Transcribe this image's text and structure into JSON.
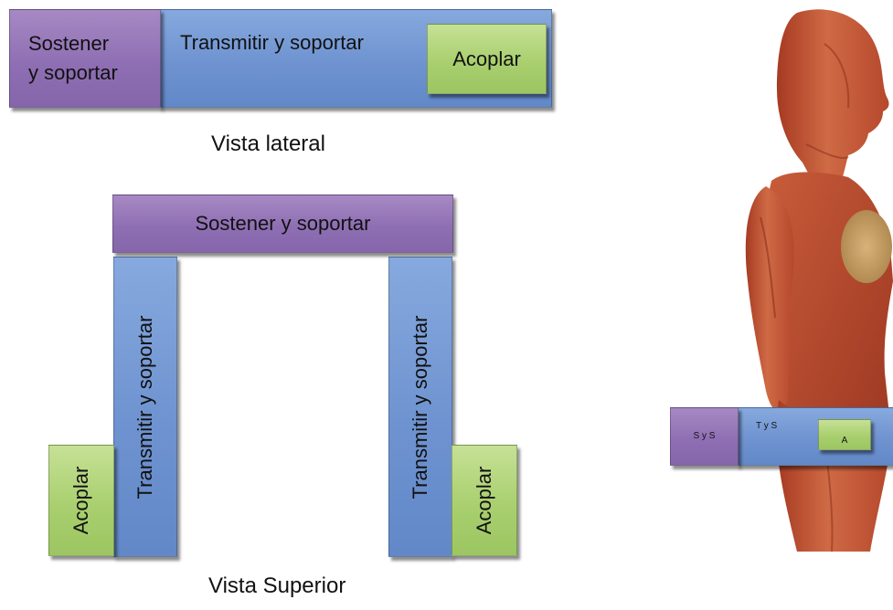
{
  "lateral": {
    "sostener": "Sostener\ny soportar",
    "transmitir": "Transmitir y soportar",
    "acoplar": "Acoplar",
    "caption": "Vista lateral"
  },
  "superior": {
    "sostener": "Sostener y soportar",
    "transmitir_left": "Transmitir y soportar",
    "transmitir_right": "Transmitir y soportar",
    "acoplar_left": "Acoplar",
    "acoplar_right": "Acoplar",
    "caption": "Vista Superior"
  },
  "figure": {
    "sys": "S y S",
    "tys": "T y S",
    "a": "A"
  },
  "colors": {
    "purple": "#8f6fb3",
    "blue": "#6f93d0",
    "green": "#a9cf6f"
  }
}
